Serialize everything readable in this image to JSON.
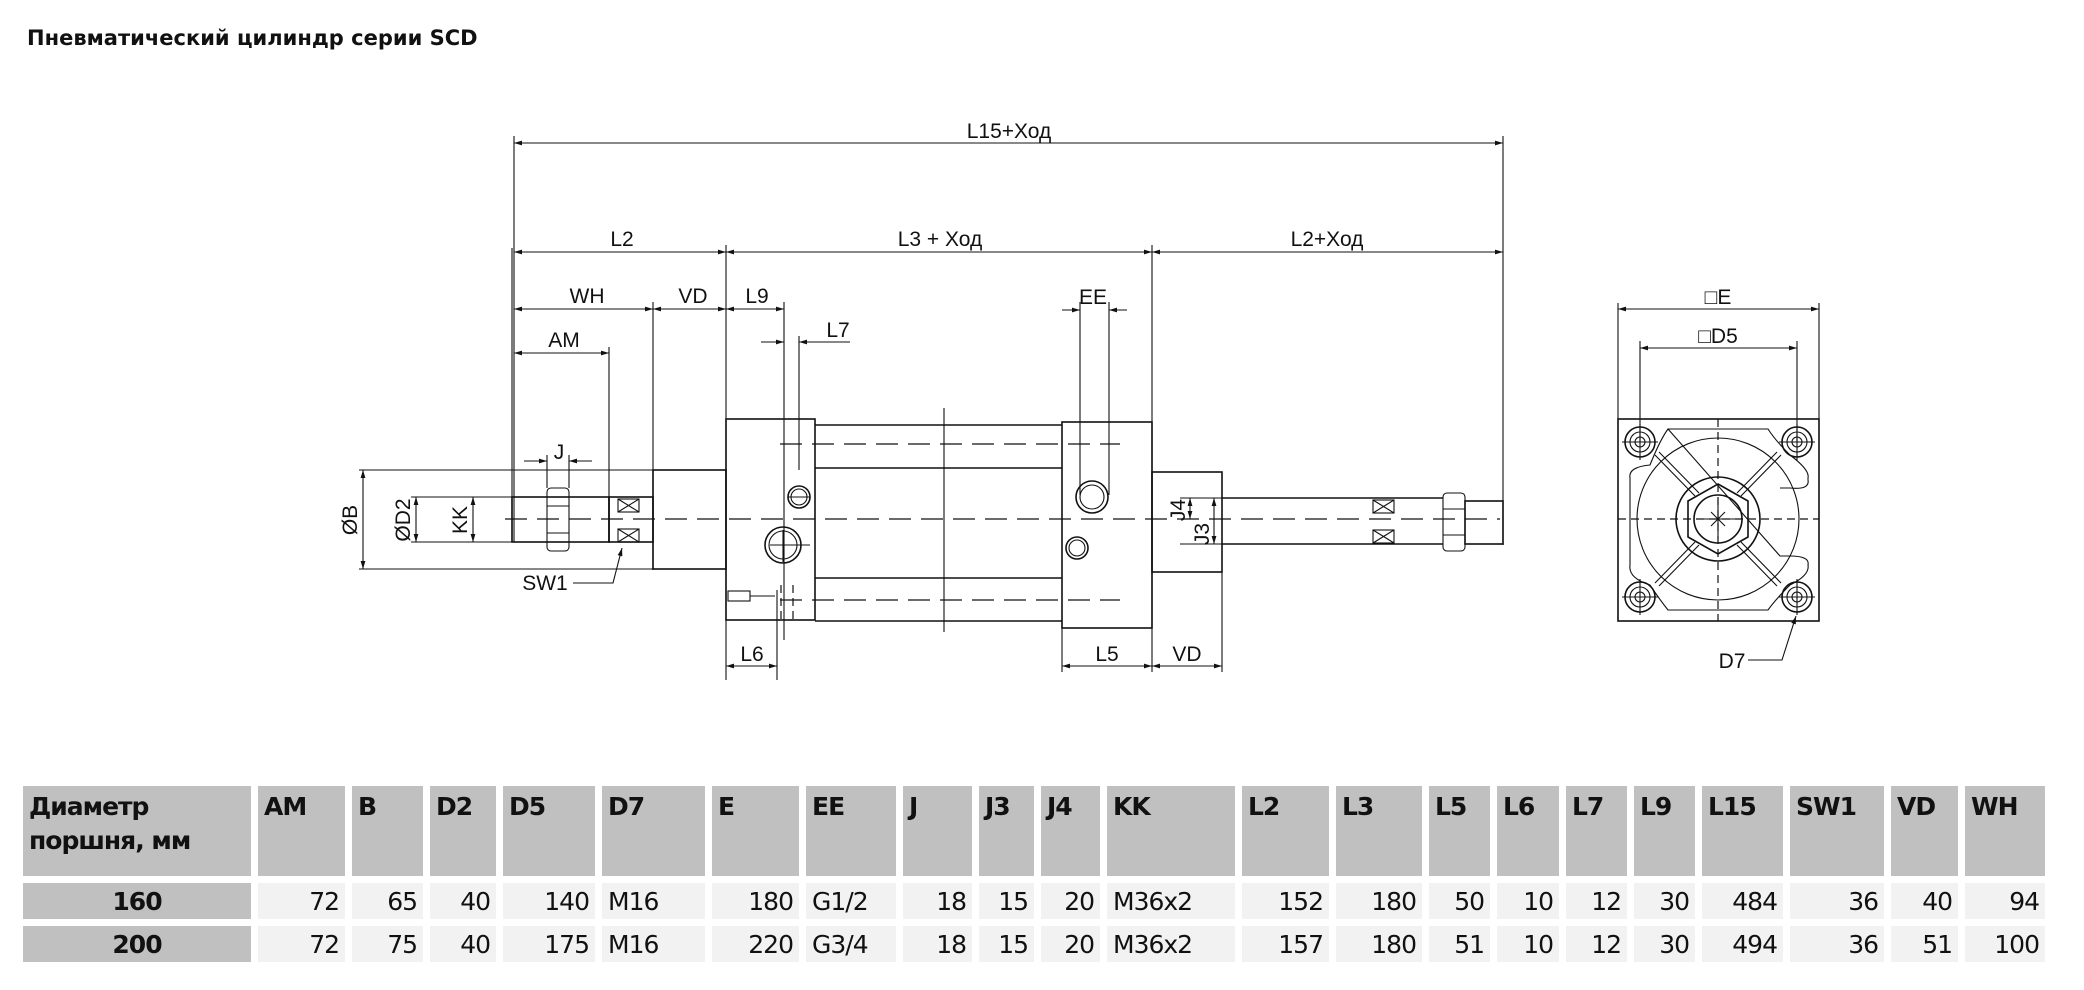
{
  "title": "Пневматический цилиндр серии SCD",
  "drawing": {
    "labels": {
      "l15": "L15+Ход",
      "l2": "L2",
      "l3": "L3 + Ход",
      "l2_stroke": "L2+Ход",
      "wh": "WH",
      "vd": "VD",
      "l9": "L9",
      "l7": "L7",
      "am": "AM",
      "ee": "EE",
      "j": "J",
      "ob": "ØB",
      "od2": "ØD2",
      "kk": "KK",
      "sw1": "SW1",
      "j4": "J4",
      "j3": "J3",
      "l6": "L6",
      "l5": "L5",
      "vd_rear": "VD",
      "e": "□E",
      "d5": "□D5",
      "d7": "D7"
    }
  },
  "table": {
    "headers": [
      "Диаметр поршня, мм",
      "AM",
      "B",
      "D2",
      "D5",
      "D7",
      "E",
      "EE",
      "J",
      "J3",
      "J4",
      "KK",
      "L2",
      "L3",
      "L5",
      "L6",
      "L7",
      "L9",
      "L15",
      "SW1",
      "VD",
      "WH"
    ],
    "rows": [
      [
        "160",
        "72",
        "65",
        "40",
        "140",
        "M16",
        "180",
        "G1/2",
        "18",
        "15",
        "20",
        "M36x2",
        "152",
        "180",
        "50",
        "10",
        "12",
        "30",
        "484",
        "36",
        "40",
        "94"
      ],
      [
        "200",
        "72",
        "75",
        "40",
        "175",
        "M16",
        "220",
        "G3/4",
        "18",
        "15",
        "20",
        "M36x2",
        "157",
        "180",
        "51",
        "10",
        "12",
        "30",
        "494",
        "36",
        "51",
        "100"
      ]
    ]
  }
}
